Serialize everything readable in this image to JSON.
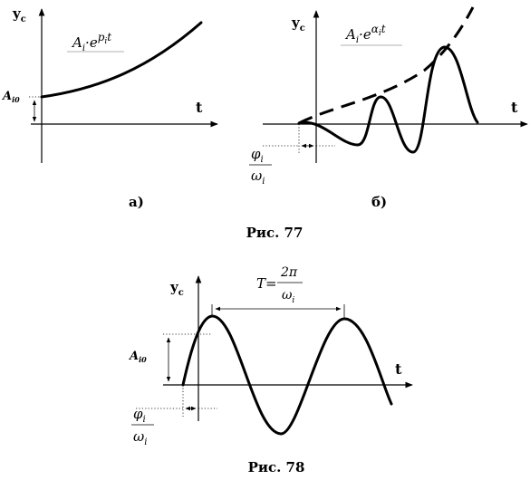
{
  "fig77": {
    "a": {
      "y_label": "y",
      "y_sub": "c",
      "t_label": "t",
      "amp_label": "A",
      "amp_sub": "i0",
      "formula_base": "A",
      "formula_base_sub": "i",
      "formula_dot": "·e",
      "formula_exp": "p",
      "formula_exp_sub": "i",
      "formula_exp_t": "t",
      "caption": "а)"
    },
    "b": {
      "y_label": "y",
      "y_sub": "c",
      "t_label": "t",
      "formula_base": "A",
      "formula_base_sub": "i",
      "formula_dot": "·e",
      "formula_exp": "α",
      "formula_exp_sub": "i",
      "formula_exp_t": "t",
      "phase_num": "φ",
      "phase_num_sub": "i",
      "phase_den": "ω",
      "phase_den_sub": "i",
      "caption": "б)"
    },
    "title": "Рис. 77"
  },
  "fig78": {
    "y_label": "y",
    "y_sub": "c",
    "t_label": "t",
    "amp_label": "A",
    "amp_sub": "i0",
    "period_T": "T",
    "period_eq": "=",
    "period_num": "2π",
    "period_den": "ω",
    "period_den_sub": "i",
    "phase_num": "φ",
    "phase_num_sub": "i",
    "phase_den": "ω",
    "phase_den_sub": "i",
    "title": "Рис. 78"
  }
}
